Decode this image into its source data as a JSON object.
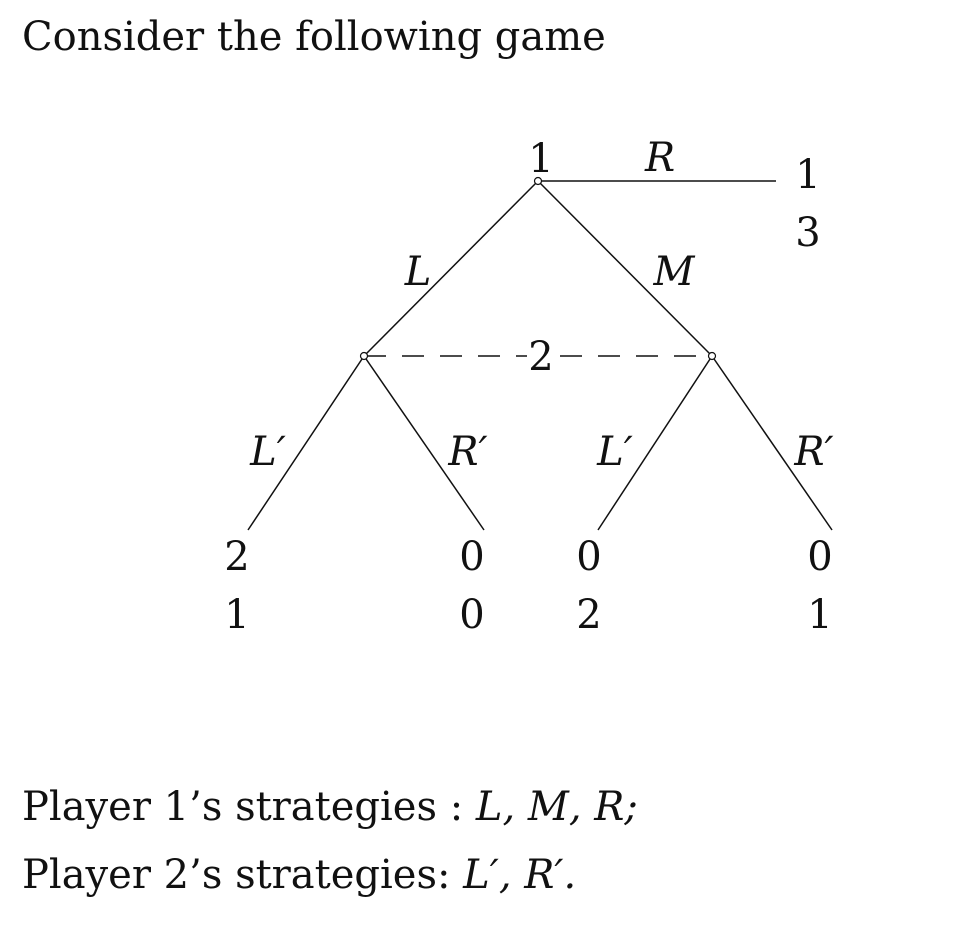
{
  "heading": "Consider the following game",
  "tree": {
    "root": {
      "player": "1"
    },
    "info_set": {
      "player": "2"
    },
    "actions_p1": {
      "left": "L",
      "middle": "M",
      "right": "R"
    },
    "actions_p2": {
      "left_node": {
        "left": "L′",
        "right": "R′"
      },
      "right_node": {
        "left": "L′",
        "right": "R′"
      }
    },
    "payoffs": {
      "R": {
        "p1": "1",
        "p2": "3"
      },
      "LL": {
        "p1": "2",
        "p2": "1"
      },
      "LR": {
        "p1": "0",
        "p2": "0"
      },
      "ML": {
        "p1": "0",
        "p2": "2"
      },
      "MR": {
        "p1": "0",
        "p2": "1"
      }
    }
  },
  "strategies": {
    "player1": {
      "label": "Player 1’s strategies : ",
      "actions": "L, M, R;"
    },
    "player2": {
      "label": "Player 2’s strategies: ",
      "actions": "L′, R′."
    }
  },
  "colors": {
    "ink": "#111111",
    "background": "#ffffff"
  }
}
